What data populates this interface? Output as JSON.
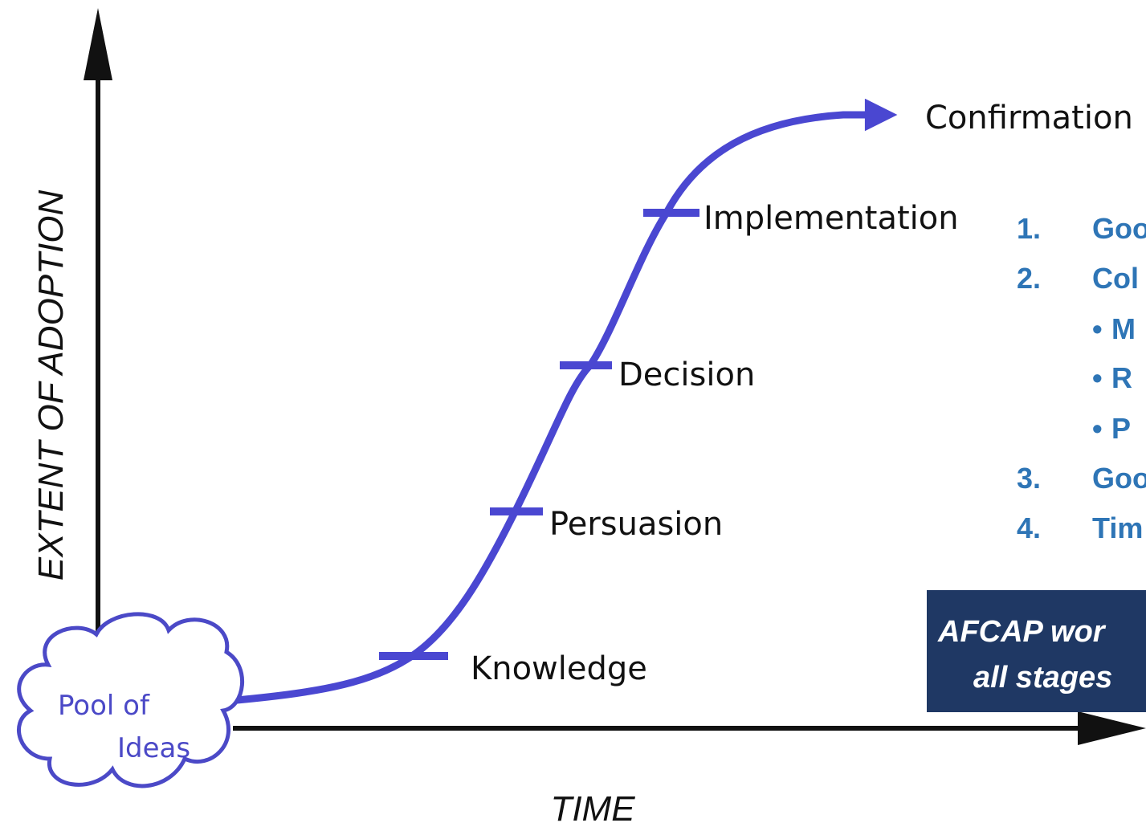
{
  "axes": {
    "y_label": "EXTENT OF ADOPTION",
    "x_label": "TIME"
  },
  "cloud": {
    "line1": "Pool of",
    "line2": "Ideas"
  },
  "stages": [
    {
      "label": "Knowledge"
    },
    {
      "label": "Persuasion"
    },
    {
      "label": "Decision"
    },
    {
      "label": "Implementation"
    },
    {
      "label": "Confirmation"
    }
  ],
  "list": [
    {
      "num": "1.",
      "text": "Goo"
    },
    {
      "num": "2.",
      "text": "Col"
    },
    {
      "bullet": "•",
      "text": "M"
    },
    {
      "bullet": "•",
      "text": "R"
    },
    {
      "bullet": "•",
      "text": "P"
    },
    {
      "num": "3.",
      "text": "Goo"
    },
    {
      "num": "4.",
      "text": "Tim"
    }
  ],
  "banner": {
    "line1": "AFCAP wor",
    "line2": "all stages"
  },
  "colors": {
    "curve": "#4a47d1",
    "axis": "#111111",
    "list_text": "#2e75b6",
    "banner_bg": "#1f3864",
    "cloud_outline": "#4b49c7"
  }
}
